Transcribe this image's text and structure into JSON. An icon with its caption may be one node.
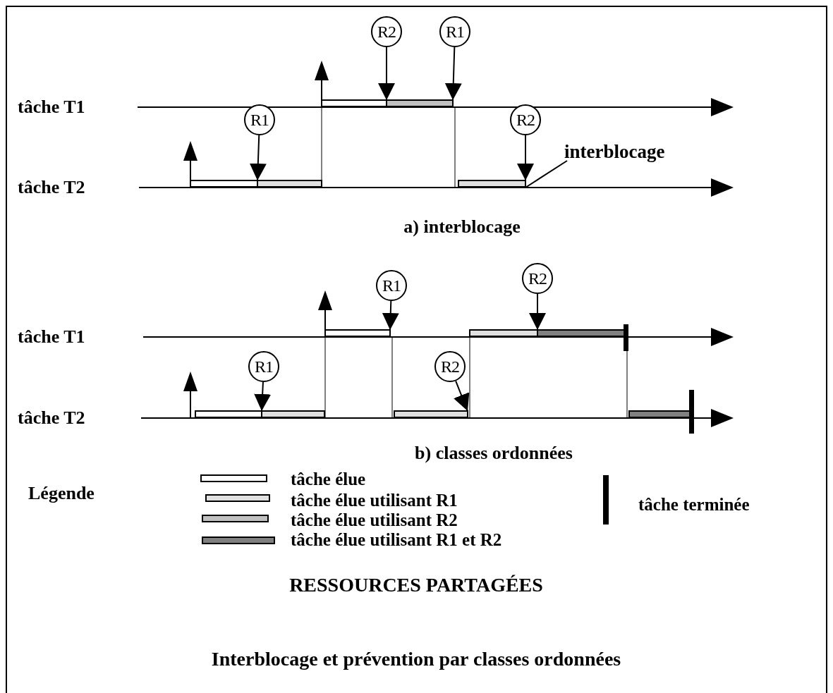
{
  "diagram": {
    "title": "RESSOURCES PARTAGÉES",
    "caption": "Interblocage et prévention par classes ordonnées",
    "nodes": [
      {
        "text": [
          "R2"
        ]
      },
      {
        "text": [
          "R1"
        ]
      },
      {
        "text": [
          "R1"
        ]
      },
      {
        "text": [
          "R2"
        ]
      },
      {
        "text": [
          "interblocage"
        ]
      },
      {
        "text": [
          "R1"
        ]
      },
      {
        "text": [
          "R2"
        ]
      },
      {
        "text": [
          "R1"
        ]
      },
      {
        "text": [
          "R2"
        ]
      },
      {
        "text": [],
        "shape": "bar"
      },
      {
        "text": [],
        "shape": "bar"
      },
      {
        "text": [],
        "shape": "bar"
      },
      {
        "text": [],
        "shape": "bar"
      },
      {
        "text": [],
        "shape": "bar"
      },
      {
        "text": [],
        "shape": "bar"
      },
      {
        "text": [],
        "shape": "bar"
      },
      {
        "text": [],
        "shape": "bar"
      },
      {
        "text": [],
        "shape": "bar"
      },
      {
        "text": [],
        "shape": "bar"
      },
      {
        "text": [],
        "shape": "bar"
      },
      {
        "text": [],
        "shape": "bar"
      }
    ],
    "edges": [
      {
        "from": 0,
        "to": 10,
        "arrow": "to"
      },
      {
        "from": 1,
        "to": 10,
        "arrow": "to"
      },
      {
        "from": 2,
        "to": 12,
        "arrow": "to"
      },
      {
        "from": 3,
        "to": 13,
        "arrow": "to"
      },
      {
        "from": 4,
        "to": 13,
        "arrow": "none"
      },
      {
        "from": 5,
        "to": 14,
        "arrow": "to"
      },
      {
        "from": 6,
        "to": 16,
        "arrow": "to"
      },
      {
        "from": 7,
        "to": 18,
        "arrow": "to"
      },
      {
        "from": 8,
        "to": 19,
        "arrow": "to"
      }
    ],
    "labels": [
      "tâche T1",
      "tâche T2",
      "a) interblocage",
      "tâche T1",
      "tâche T2",
      "b) classes ordonnées",
      "Légende"
    ],
    "legend": [
      {
        "text": "tâche élue",
        "color": "#ffffff"
      },
      {
        "text": "tâche élue utilisant R1",
        "color": "#e0e0e0"
      },
      {
        "text": "tâche élue utilisant R2",
        "color": "#c0c0c0"
      },
      {
        "text": "tâche élue utilisant R1 et R2",
        "color": "#808080"
      },
      {
        "text": "tâche terminée"
      }
    ]
  }
}
